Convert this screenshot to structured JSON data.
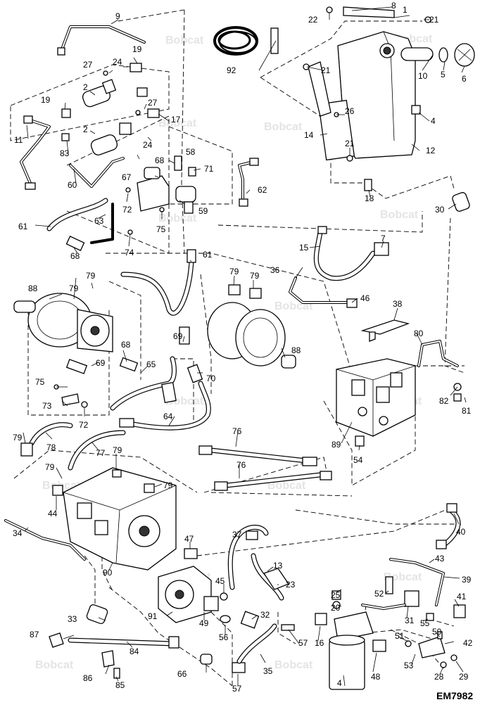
{
  "diagram": {
    "watermark": "Bobcat",
    "code": "EM7982",
    "callouts": [
      "1",
      "2",
      "4",
      "5",
      "6",
      "7",
      "8",
      "9",
      "10",
      "11",
      "12",
      "13",
      "14",
      "15",
      "16",
      "17",
      "18",
      "19",
      "20",
      "21",
      "22",
      "23",
      "24",
      "25",
      "26",
      "27",
      "28",
      "29",
      "30",
      "31",
      "32",
      "33",
      "34",
      "35",
      "36",
      "37",
      "38",
      "39",
      "40",
      "41",
      "42",
      "43",
      "44",
      "45",
      "46",
      "47",
      "48",
      "49",
      "50",
      "51",
      "52",
      "53",
      "54",
      "55",
      "56",
      "57",
      "58",
      "59",
      "60",
      "61",
      "62",
      "63",
      "64",
      "65",
      "66",
      "67",
      "68",
      "69",
      "70",
      "71",
      "72",
      "73",
      "74",
      "75",
      "76",
      "77",
      "78",
      "79",
      "80",
      "81",
      "82",
      "83",
      "84",
      "85",
      "86",
      "87",
      "88",
      "89",
      "90",
      "91",
      "92"
    ]
  }
}
